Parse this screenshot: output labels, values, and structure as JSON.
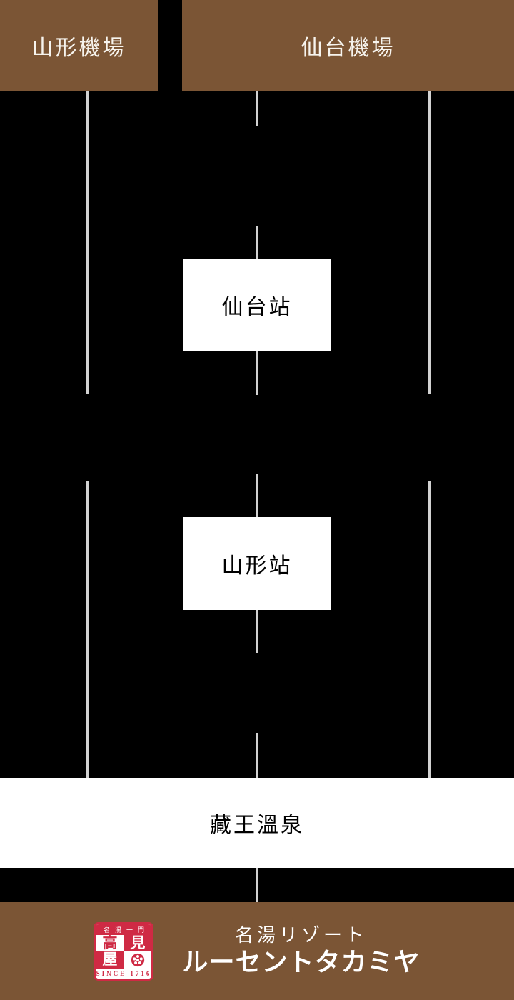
{
  "header": {
    "yamagata_airport": "山形機場",
    "sendai_airport": "仙台機場"
  },
  "stations": {
    "sendai_station": "仙台站",
    "yamagata_station": "山形站"
  },
  "destination": {
    "zao_onsen": "藏王溫泉"
  },
  "footer": {
    "tagline": "名湯リゾート",
    "brand": "ルーセントタカミヤ",
    "seal": {
      "motto": "名湯一門",
      "char_taka": "高",
      "char_mi": "見",
      "char_ya": "屋",
      "since": "SINCE 1716"
    }
  },
  "colors": {
    "brown": "#7b5535",
    "line_gray": "#d2d2d2",
    "seal_red": "#cf2a44",
    "background": "#000000",
    "panel_white": "#ffffff"
  }
}
